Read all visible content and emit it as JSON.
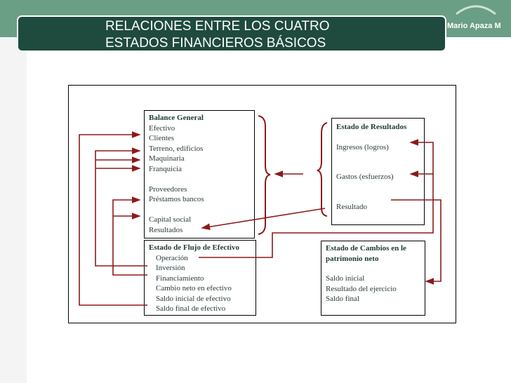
{
  "header": {
    "title_line1": "RELACIONES ENTRE LOS CUATRO",
    "title_line2": "ESTADOS FINANCIEROS BÁSICOS",
    "author": "Mario Apaza M"
  },
  "balance": {
    "title": "Balance General",
    "items": [
      "Efectivo",
      "Clientes",
      "Terreno, edificios",
      "Maquinaria",
      "Franquicia",
      "",
      "Proveedores",
      "Préstamos bancos",
      "",
      "Capital social",
      "Resultados"
    ]
  },
  "flujo": {
    "title": "Estado de Flujo de Efectivo",
    "items": [
      "Operación",
      "Inversión",
      "Financiamiento",
      "Cambio neto en efectivo",
      "Saldo inicial de efectivo",
      "Saldo final de efectivo"
    ]
  },
  "resultados": {
    "title": "Estado de Resultados",
    "items": [
      "Ingresos (logros)",
      "Gastos (esfuerzos)",
      "Resultado"
    ]
  },
  "cambios": {
    "title_line1": "Estado de Cambios en le",
    "title_line2": "patrimonio neto",
    "items": [
      "Saldo inicial",
      "Resultado del ejercicio",
      "Saldo final"
    ]
  },
  "colors": {
    "header": "#6a9e85",
    "title_bg": "#1f4a3e",
    "arrow": "#8b1a1a"
  }
}
